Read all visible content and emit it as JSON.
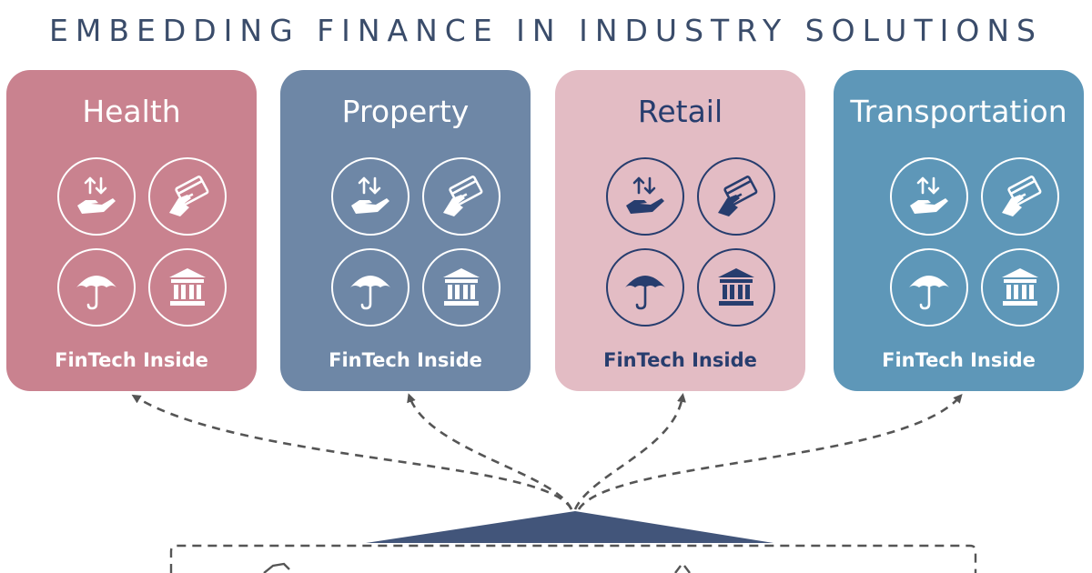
{
  "title": "EMBEDDING FINANCE IN INDUSTRY SOLUTIONS",
  "cards": [
    {
      "label": "Health",
      "footer": "FinTech Inside",
      "color": "#c9828f",
      "text_color": "#ffffff"
    },
    {
      "label": "Property",
      "footer": "FinTech Inside",
      "color": "#6e87a6",
      "text_color": "#ffffff"
    },
    {
      "label": "Retail",
      "footer": "FinTech Inside",
      "color": "#e3bcc4",
      "text_color": "#273d6e"
    },
    {
      "label": "Transportation",
      "footer": "FinTech Inside",
      "color": "#5e97b8",
      "text_color": "#ffffff"
    }
  ],
  "icons": [
    "payments-hand-icon",
    "credit-card-icon",
    "umbrella-insurance-icon",
    "bank-icon"
  ],
  "colors": {
    "navy": "#3a4c6a",
    "connector": "#555555",
    "platform": "#42557a"
  }
}
